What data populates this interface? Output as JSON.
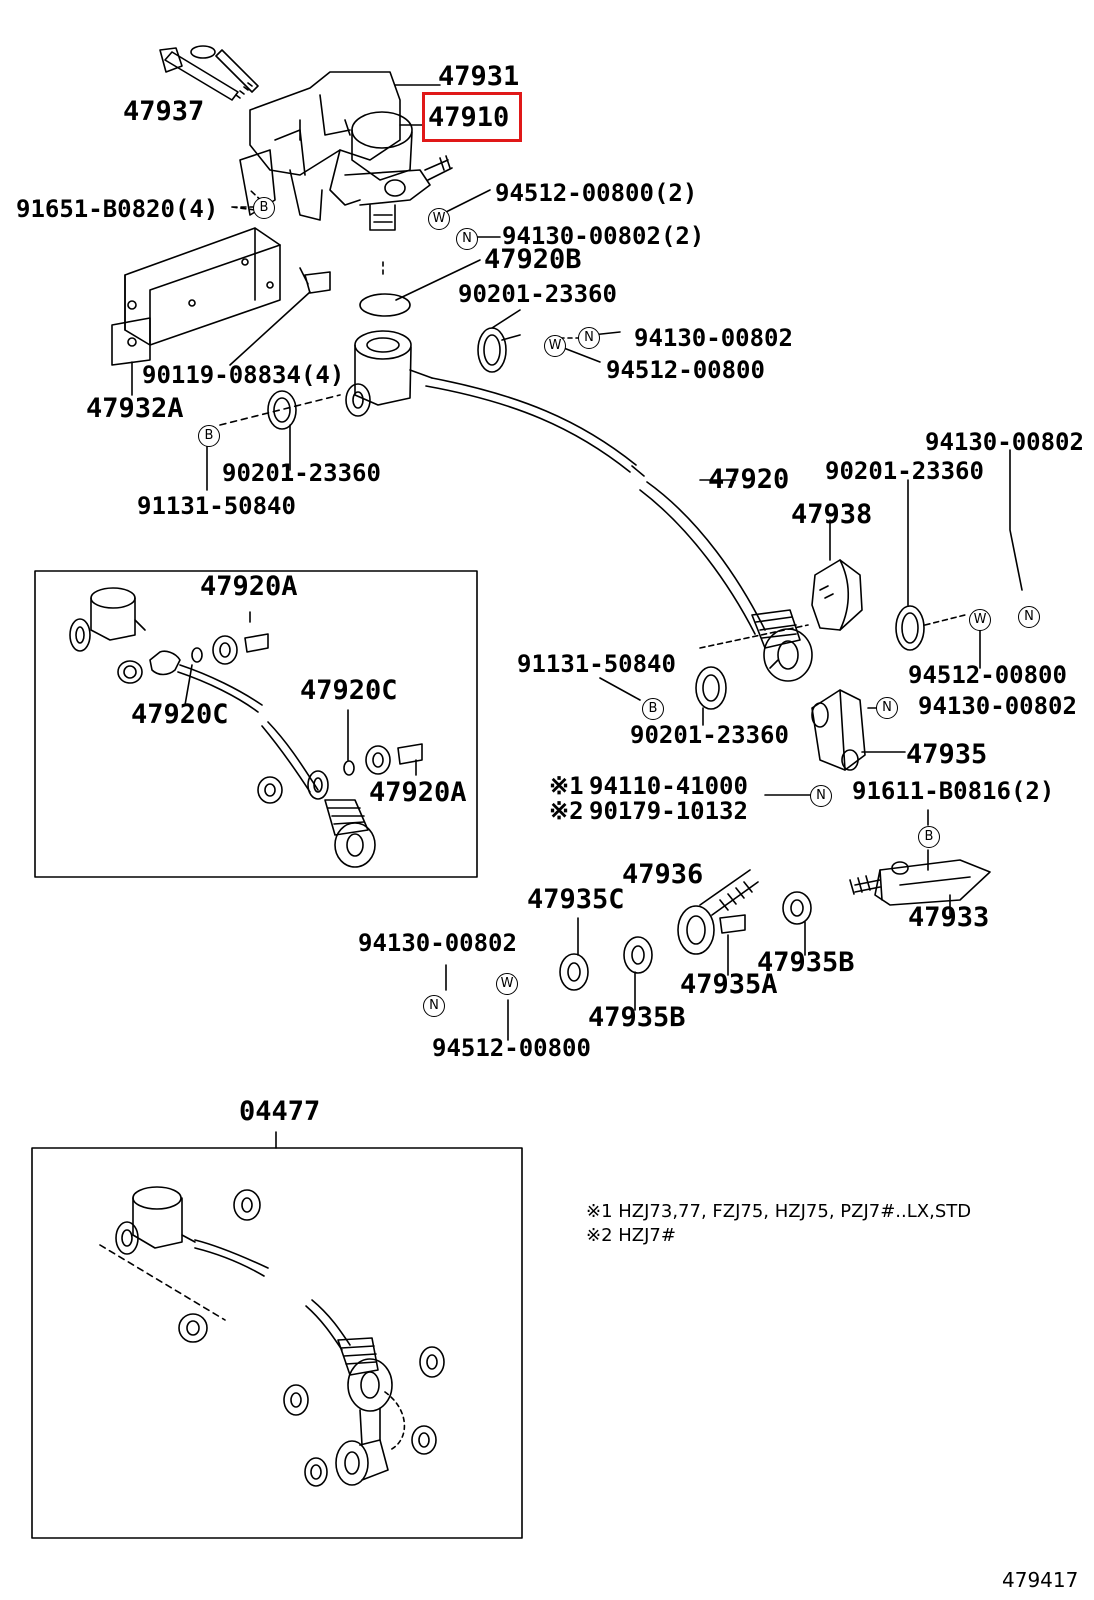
{
  "diagram": {
    "highlighted_part": "47910",
    "symbols": {
      "bolt": "B",
      "nut": "N",
      "washer": "W"
    },
    "labels": {
      "p47931": "47931",
      "p47910": "47910",
      "p47937": "47937",
      "p91651": "91651-B0820(4)",
      "p94512_a": "94512-00800(2)",
      "p94130_a": "94130-00802(2)",
      "p47920B": "47920B",
      "p90201_a": "90201-23360",
      "p94130_b": "94130-00802",
      "p94512_b": "94512-00800",
      "p90119": "90119-08834(4)",
      "p47932A": "47932A",
      "p90201_b": "90201-23360",
      "p91131_a": "91131-50840",
      "p94130_c": "94130-00802",
      "p90201_c": "90201-23360",
      "p47920": "47920",
      "p47938": "47938",
      "p47920A_a": "47920A",
      "p47920C_a": "47920C",
      "p47920C_b": "47920C",
      "p47920A_b": "47920A",
      "p91131_b": "91131-50840",
      "p94512_c": "94512-00800",
      "p94130_d": "94130-00802",
      "p90201_d": "90201-23360",
      "p47935": "47935",
      "p94110": "94110-41000",
      "p90179": "90179-10132",
      "p91611": "91611-B0816(2)",
      "p47936": "47936",
      "p47935C": "47935C",
      "p47933": "47933",
      "p94130_e": "94130-00802",
      "p47935B_a": "47935B",
      "p47935A": "47935A",
      "p47935B_b": "47935B",
      "p94512_d": "94512-00800",
      "p04477": "04477",
      "mark1": "※1",
      "mark2": "※2"
    },
    "notes": {
      "note1": "※1 HZJ73,77, FZJ75, HZJ75, PZJ7#..LX,STD",
      "note2": "※2 HZJ7#"
    },
    "figure_id": "479417"
  }
}
